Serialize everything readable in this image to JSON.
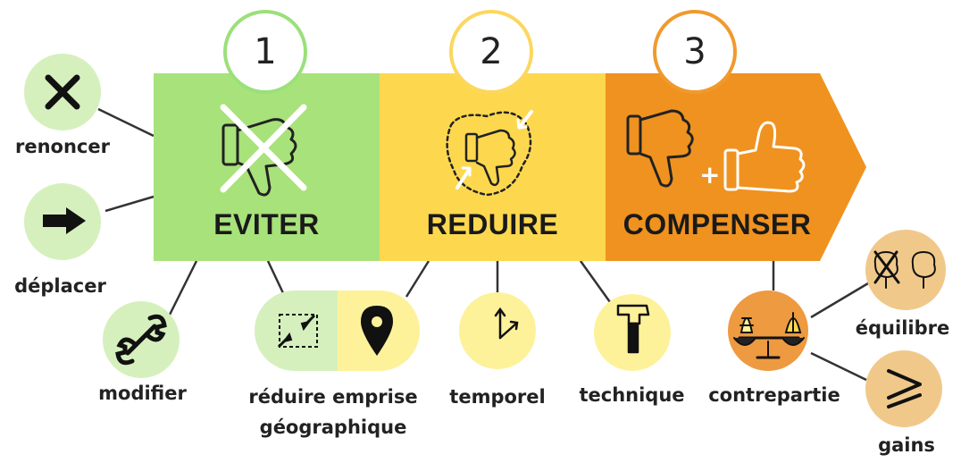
{
  "steps": [
    {
      "number": "1",
      "title": "EVITER",
      "color": "#a8e27a",
      "ring": "#9be07a"
    },
    {
      "number": "2",
      "title": "REDUIRE",
      "color": "#fdd84f",
      "ring": "#fcd75e"
    },
    {
      "number": "3",
      "title": "COMPENSER",
      "color": "#f0921f",
      "ring": "#f09a2e"
    }
  ],
  "labels": {
    "renoncer": "renoncer",
    "deplacer": "déplacer",
    "modifier": "modifier",
    "reduire_emprise_1": "réduire emprise",
    "reduire_emprise_2": "géographique",
    "temporel": "temporel",
    "technique": "technique",
    "contrepartie": "contrepartie",
    "equilibre": "équilibre",
    "gains": "gains"
  },
  "icons": {
    "renoncer": "close-icon",
    "deplacer": "arrow-right-icon",
    "modifier": "wrench-icon",
    "emprise_area": "shrink-area-icon",
    "emprise_location": "map-pin-icon",
    "temporel": "clock-hands-icon",
    "technique": "hammer-icon",
    "contrepartie": "balance-scale-icon",
    "equilibre": "trees-icon",
    "gains": "greater-equal-icon"
  },
  "colors": {
    "light_green": "#d5f0bd",
    "light_yellow": "#fdf29a",
    "light_orange": "#f0c98a",
    "orange_dark": "#ee9a40"
  }
}
